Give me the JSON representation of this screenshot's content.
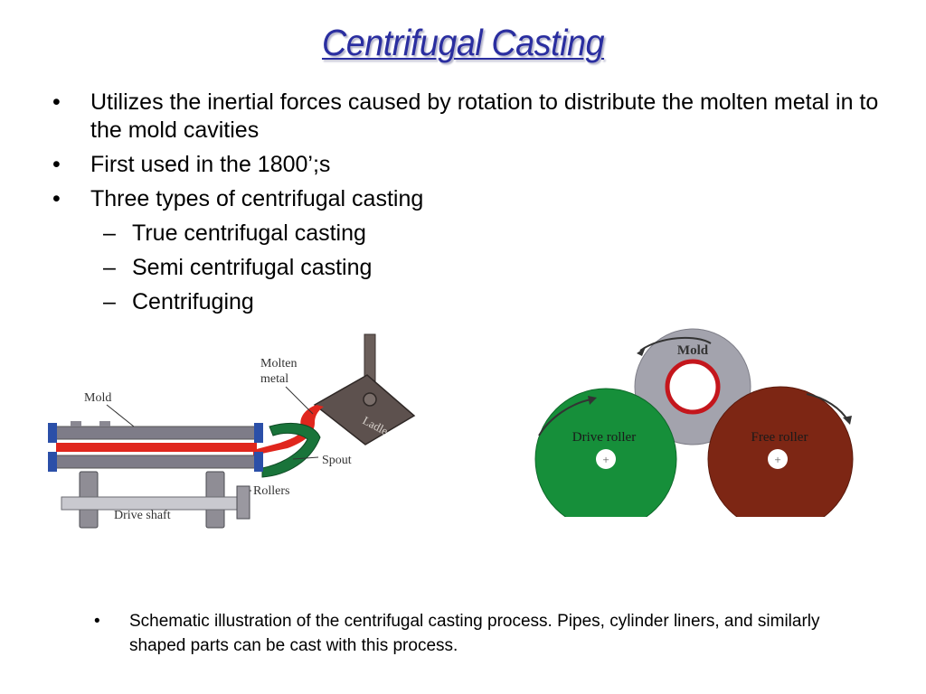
{
  "title": "Centrifugal Casting",
  "bullets": [
    {
      "text": "Utilizes the inertial forces caused by rotation to distribute the molten metal in to the mold cavities"
    },
    {
      "text": "First used in the 1800’;s"
    },
    {
      "text": "Three types of centrifugal casting",
      "sub": [
        "True centrifugal casting",
        "Semi centrifugal casting",
        "Centrifuging"
      ]
    }
  ],
  "figure_left": {
    "labels": {
      "mold": "Mold",
      "molten_1": "Molten",
      "molten_2": "metal",
      "ladle": "Ladle",
      "spout": "Spout",
      "rollers": "Rollers",
      "drive_shaft": "Drive   shaft"
    }
  },
  "figure_right": {
    "labels": {
      "mold": "Mold",
      "drive_roller": "Drive   roller",
      "free_roller": "Free   roller"
    },
    "colors": {
      "mold": "#a3a3ad",
      "drive_roller": "#168f3a",
      "free_roller": "#7d2614",
      "mold_ring": "#c4161c"
    }
  },
  "caption": "Schematic illustration of the centrifugal casting process. Pipes, cylinder liners, and similarly shaped parts can be cast with this process."
}
